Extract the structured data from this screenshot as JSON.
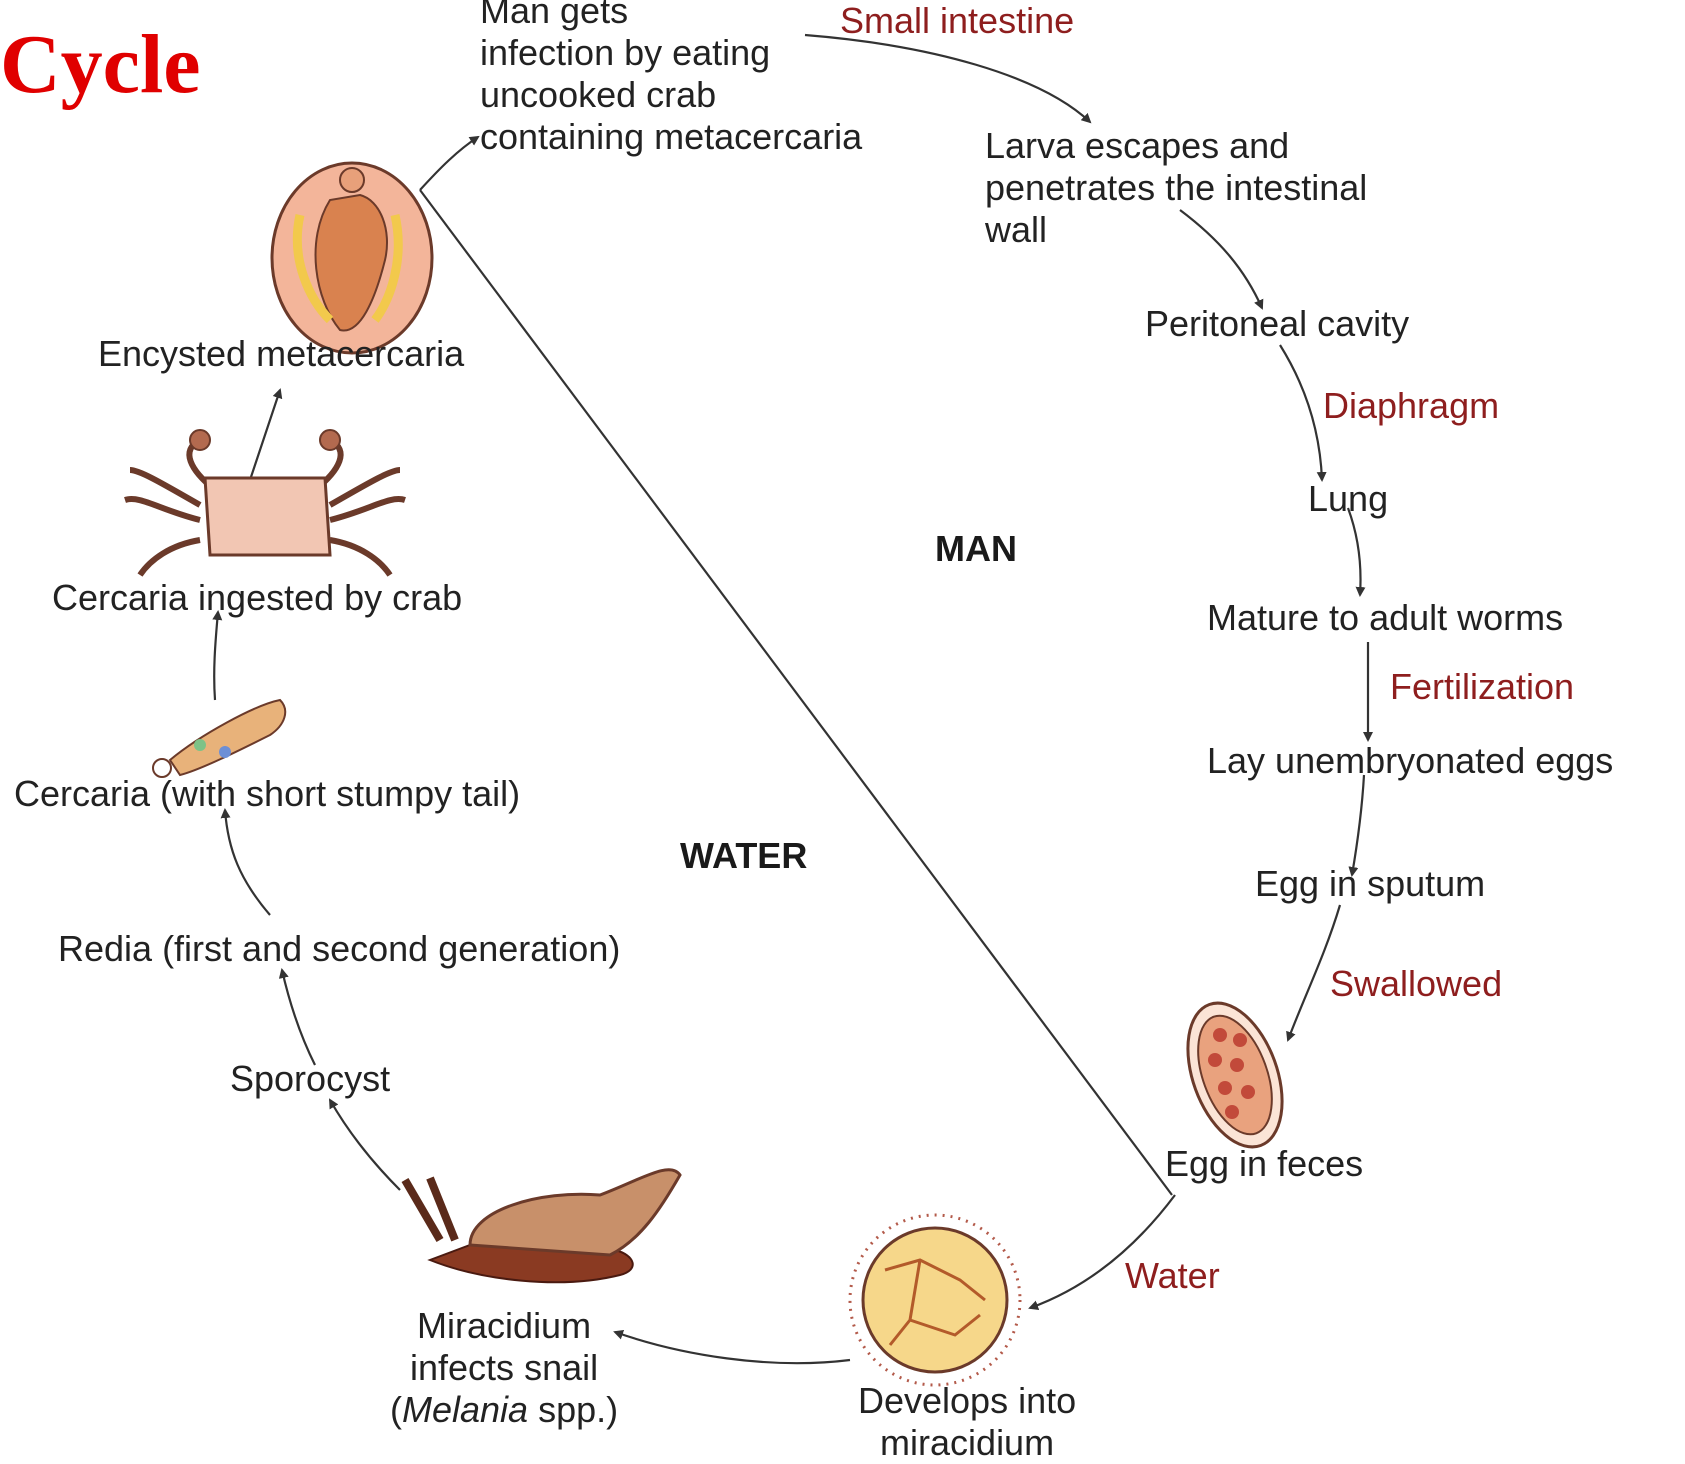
{
  "title": "Cycle",
  "regions": {
    "man": "MAN",
    "water": "WATER"
  },
  "stages": {
    "man_infection": [
      "Man gets",
      "infection by eating",
      "uncooked crab",
      "containing metacercaria"
    ],
    "larva_escape": [
      "Larva escapes and",
      "penetrates the intestinal",
      "wall"
    ],
    "peritoneal": "Peritoneal cavity",
    "lung": "Lung",
    "mature": "Mature to adult worms",
    "lay_eggs": "Lay unembryonated eggs",
    "egg_sputum": "Egg in sputum",
    "egg_feces": "Egg in feces",
    "develops": [
      "Develops into",
      "miracidium"
    ],
    "miracidium_snail": [
      "Miracidium",
      "infects snail"
    ],
    "melania_italic": "Melania",
    "melania_suffix": " spp.)",
    "melania_prefix": "(",
    "sporocyst": "Sporocyst",
    "redia": "Redia (first and second generation)",
    "cercaria": "Cercaria (with short stumpy tail)",
    "cercaria_crab": "Cercaria ingested by crab",
    "encysted": "Encysted metacercaria"
  },
  "transitions": {
    "small_intestine": "Small intestine",
    "diaphragm": "Diaphragm",
    "fertilization": "Fertilization",
    "swallowed": "Swallowed",
    "water": "Water"
  },
  "colors": {
    "title": "#e00000",
    "transition_label": "#8e1e1e",
    "arrow": "#333333",
    "egg_fill": "#e9a27e",
    "crab_fill": "#b36a4f",
    "snail_shell": "#c8906a",
    "miracidium_fill": "#f6d78a",
    "cyst_fill": "#f3b59a"
  }
}
